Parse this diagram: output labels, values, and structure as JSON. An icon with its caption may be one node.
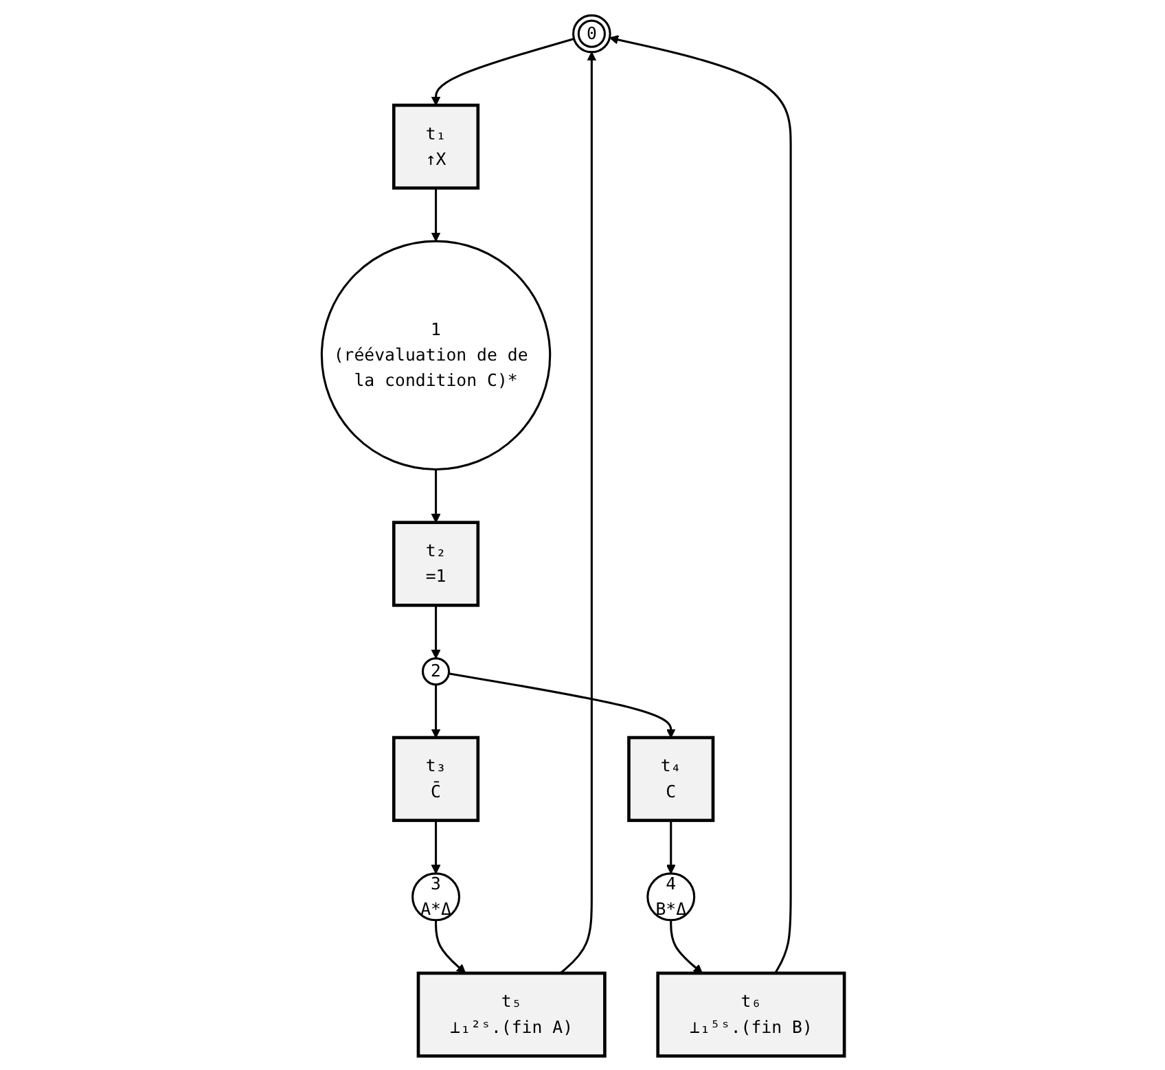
{
  "diagram": {
    "nodes": [
      {
        "text": [
          "0"
        ]
      },
      {
        "text": [
          "t₁",
          "↑X"
        ]
      },
      {
        "text": [
          "1",
          "(réévaluation de de la condition C)*"
        ]
      },
      {
        "text": [
          "t₂",
          "=1"
        ]
      },
      {
        "text": [
          "2"
        ]
      },
      {
        "text": [
          "t₃",
          "C̄"
        ]
      },
      {
        "text": [
          "t₄",
          "C"
        ]
      },
      {
        "text": [
          "3",
          "A*Δ"
        ]
      },
      {
        "text": [
          "4",
          "B*Δ"
        ]
      },
      {
        "text": [
          "t₅",
          "⊥₁²ˢ.(fin A)"
        ]
      },
      {
        "text": [
          "t₆",
          "⊥₁⁵ˢ.(fin B)"
        ]
      }
    ],
    "edges": [
      {
        "from": 0,
        "to": 1,
        "arrow": "to"
      },
      {
        "from": 1,
        "to": 2,
        "arrow": "to"
      },
      {
        "from": 2,
        "to": 3,
        "arrow": "to"
      },
      {
        "from": 3,
        "to": 4,
        "arrow": "to"
      },
      {
        "from": 4,
        "to": 5,
        "arrow": "to"
      },
      {
        "from": 4,
        "to": 6,
        "arrow": "to"
      },
      {
        "from": 5,
        "to": 7,
        "arrow": "to"
      },
      {
        "from": 6,
        "to": 8,
        "arrow": "to"
      },
      {
        "from": 7,
        "to": 9,
        "arrow": "to"
      },
      {
        "from": 8,
        "to": 10,
        "arrow": "to"
      },
      {
        "from": 9,
        "to": 0,
        "arrow": "to"
      },
      {
        "from": 10,
        "to": 0,
        "arrow": "to"
      }
    ]
  }
}
